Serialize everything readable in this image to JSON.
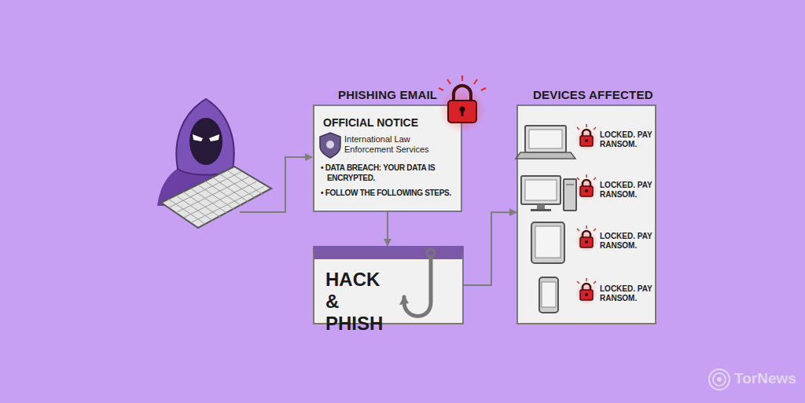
{
  "diagram": {
    "nodes": [
      {
        "text": [
          "PHISHING EMAIL",
          "OFFICIAL NOTICE",
          "International Law Enforcement Services",
          "• DATA BREACH: YOUR DATA IS ENCRYPTED.",
          "• FOLLOW THE FOLLOWING STEPS."
        ]
      },
      {
        "text": [
          "HACK & PHISH"
        ]
      },
      {
        "text": [
          "DEVICES AFFECTED",
          "LOCKED. PAY RANSOM.",
          "LOCKED. PAY RANSOM.",
          "LOCKED. PAY RANSOM.",
          "LOCKED. PAY RANSOM."
        ]
      }
    ],
    "edges": [
      {
        "from": 0,
        "to": 1,
        "arrow": "to"
      },
      {
        "from": 1,
        "to": 2,
        "arrow": "to"
      }
    ],
    "labels": [
      "TorNews"
    ]
  }
}
